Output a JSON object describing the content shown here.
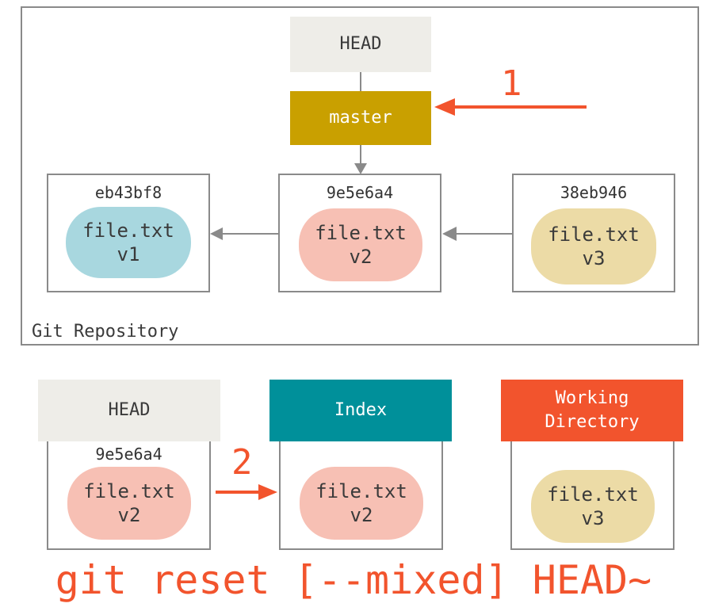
{
  "repository": {
    "label": "Git Repository",
    "head_label": "HEAD",
    "branch_label": "master",
    "commits": [
      {
        "hash": "eb43bf8",
        "file": "file.txt",
        "version": "v1"
      },
      {
        "hash": "9e5e6a4",
        "file": "file.txt",
        "version": "v2"
      },
      {
        "hash": "38eb946",
        "file": "file.txt",
        "version": "v3"
      }
    ]
  },
  "areas": {
    "head": {
      "title": "HEAD",
      "hash": "9e5e6a4",
      "file": "file.txt",
      "version": "v2"
    },
    "index": {
      "title": "Index",
      "file": "file.txt",
      "version": "v2"
    },
    "working": {
      "title_line1": "Working",
      "title_line2": "Directory",
      "file": "file.txt",
      "version": "v3"
    }
  },
  "steps": {
    "step1": "1",
    "step2": "2"
  },
  "command": "git reset [--mixed] HEAD~",
  "colors": {
    "accent": "#f2542d",
    "branch": "#c9a000",
    "index": "#00909a",
    "v1": "#a8d7df",
    "v2": "#f7c0b4",
    "v3": "#ecdba6"
  }
}
